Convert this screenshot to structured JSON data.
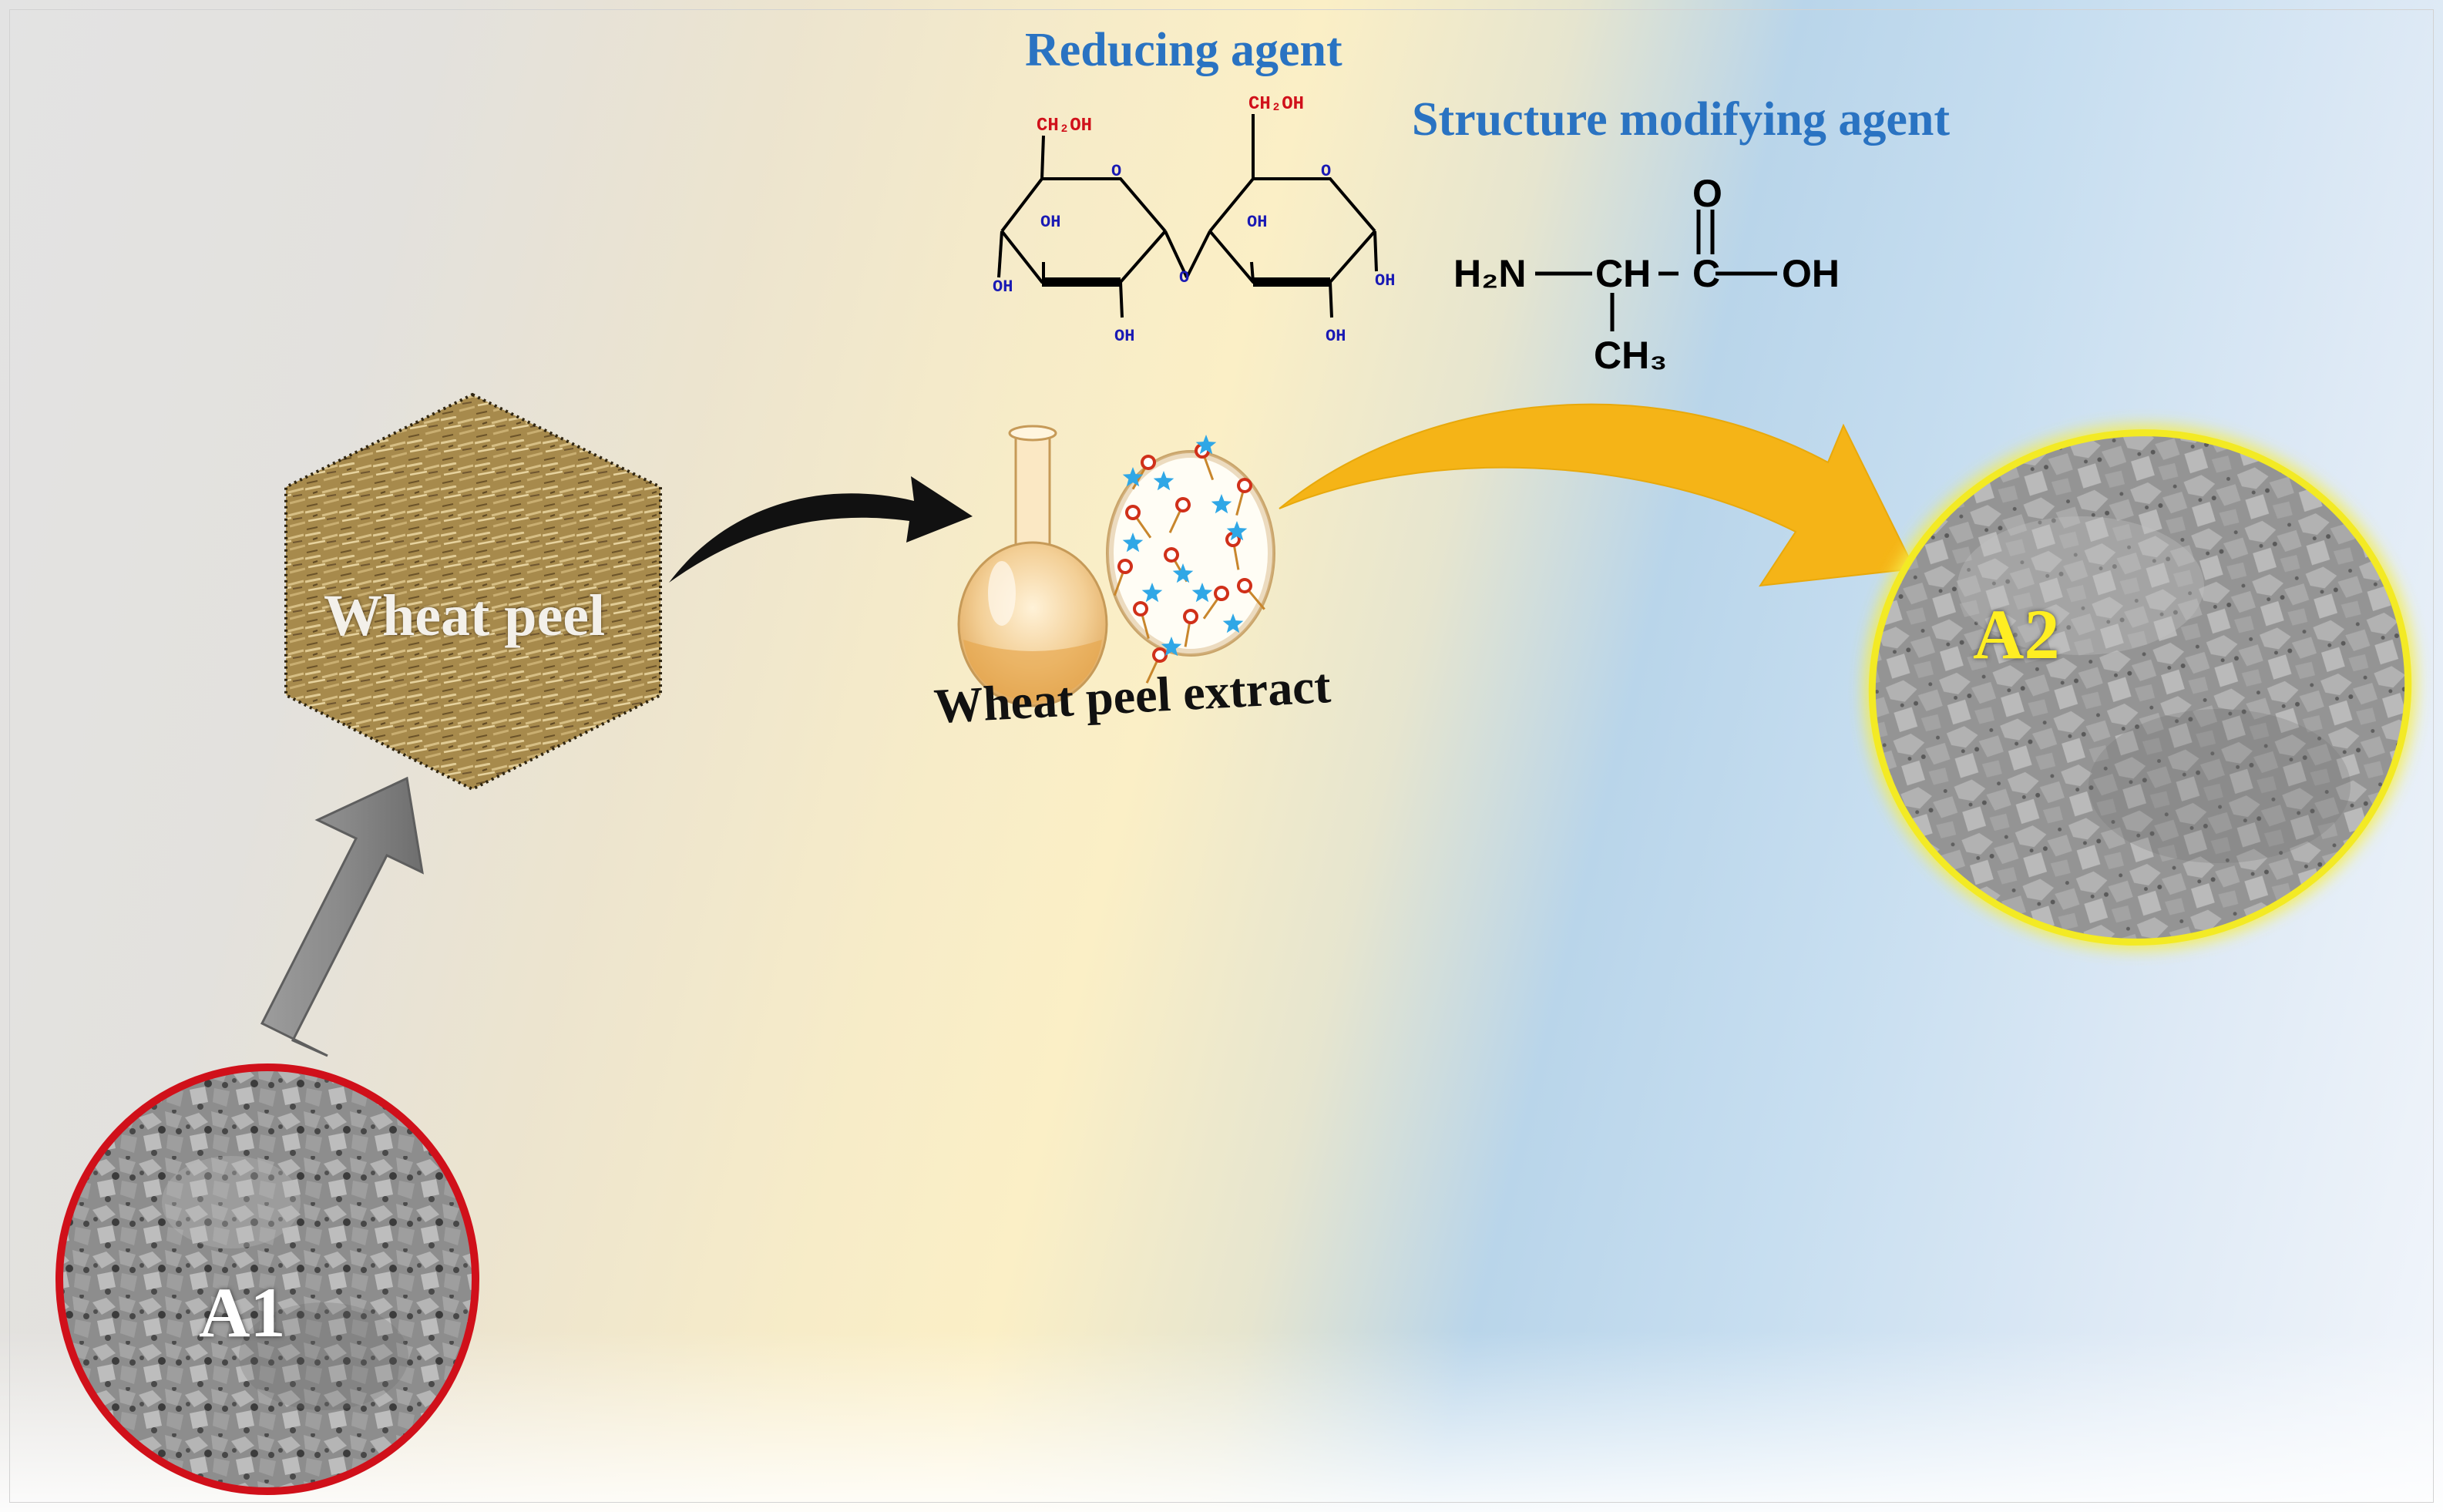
{
  "labels": {
    "reducing_agent": "Reducing agent",
    "structure_modifying_agent": "Structure modifying agent",
    "wheat_peel": "Wheat peel",
    "wheat_peel_extract": "Wheat peel extract",
    "a1": "A1",
    "a2": "A2"
  },
  "sugar": {
    "ch2oh_left": "CH₂OH",
    "ch2oh_right": "CH₂OH",
    "oh": "OH",
    "ring_o": "O"
  },
  "alanine": {
    "h2n": "H₂N",
    "ch": "CH",
    "c": "C",
    "o": "O",
    "oh": "OH",
    "ch3": "CH₃"
  },
  "colors": {
    "a1_ring": "#d0101a",
    "a2_ring": "#f3ea24",
    "a2_text": "#ffee22",
    "gold_arrow": "#f5b417",
    "agent_text": "#2a73c2"
  }
}
